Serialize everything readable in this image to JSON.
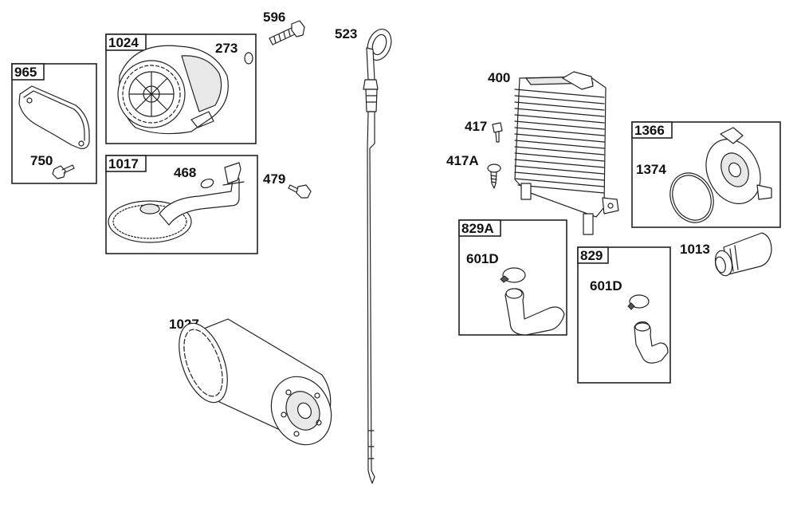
{
  "parts": {
    "p965": "965",
    "p750": "750",
    "p1024": "1024",
    "p273": "273",
    "p596": "596",
    "p523": "523",
    "p1017": "1017",
    "p468": "468",
    "p479": "479",
    "p1027": "1027",
    "p400": "400",
    "p417": "417",
    "p417a": "417A",
    "p1366": "1366",
    "p1374": "1374",
    "p829a": "829A",
    "p601d_a": "601D",
    "p829": "829",
    "p601d_b": "601D",
    "p1013": "1013"
  }
}
